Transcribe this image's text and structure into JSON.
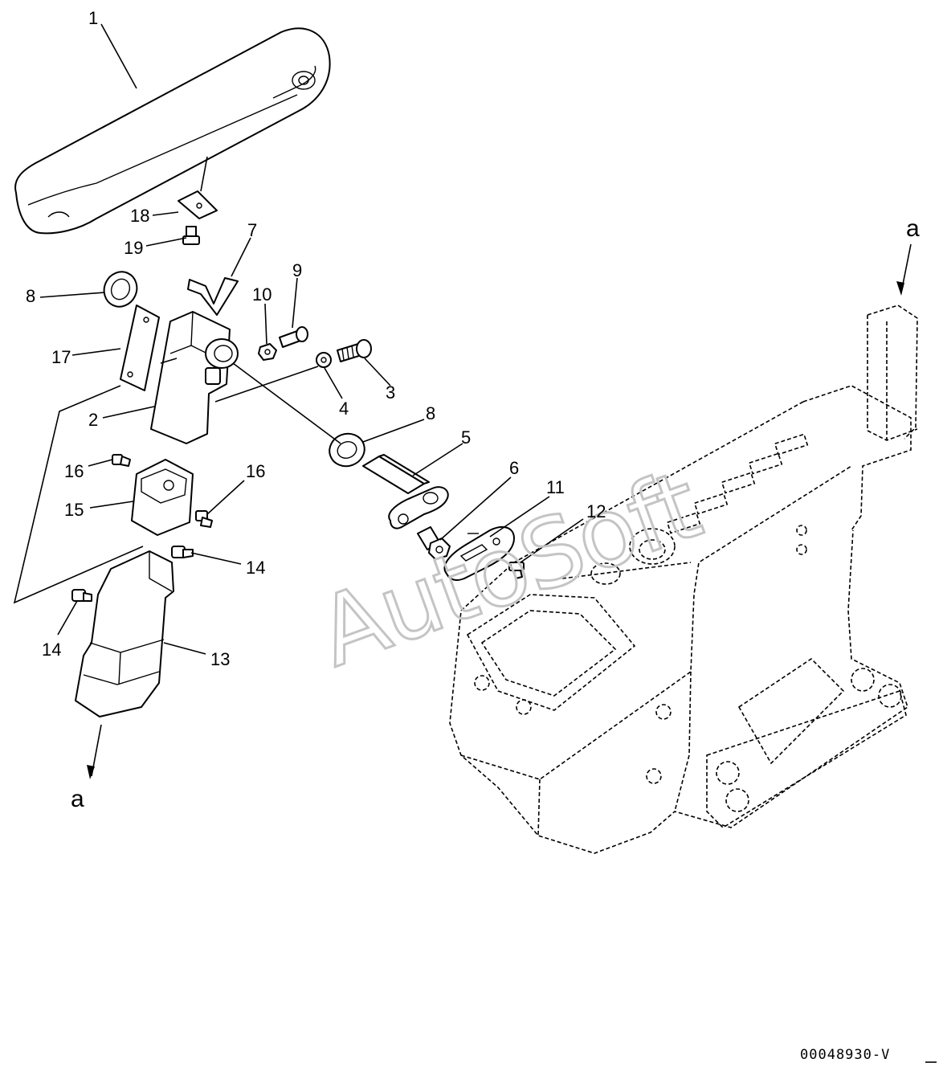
{
  "diagram": {
    "callouts": [
      "1",
      "2",
      "3",
      "4",
      "5",
      "6",
      "7",
      "8",
      "8",
      "9",
      "10",
      "11",
      "12",
      "13",
      "14",
      "14",
      "15",
      "16",
      "16",
      "17",
      "18",
      "19"
    ],
    "view_markers": [
      "a",
      "a"
    ],
    "drawing_code": "00048930-V",
    "watermark": "AutoSoft"
  }
}
